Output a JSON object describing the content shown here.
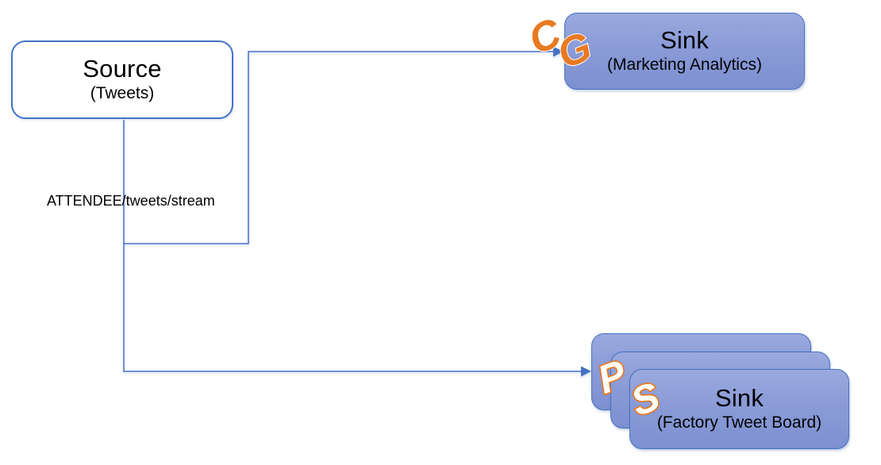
{
  "colors": {
    "accent": "#4472C4",
    "node-fill-top": "#9AA9DD",
    "node-fill-bottom": "#7D90D0",
    "logo-orange": "#E87A22",
    "text": "#000000",
    "bg": "#FFFFFF"
  },
  "source": {
    "title": "Source",
    "subtitle": "(Tweets)"
  },
  "edge": {
    "label": "ATTENDEE/tweets/stream"
  },
  "sink_marketing": {
    "title": "Sink",
    "subtitle": "(Marketing Analytics)",
    "logo_letter_1": "C",
    "logo_letter_2": "G"
  },
  "sink_factory": {
    "title": "Sink",
    "subtitle": "(Factory Tweet Board)",
    "logo_letter_1": "P",
    "logo_letter_2": "S",
    "stack_count": 3
  }
}
